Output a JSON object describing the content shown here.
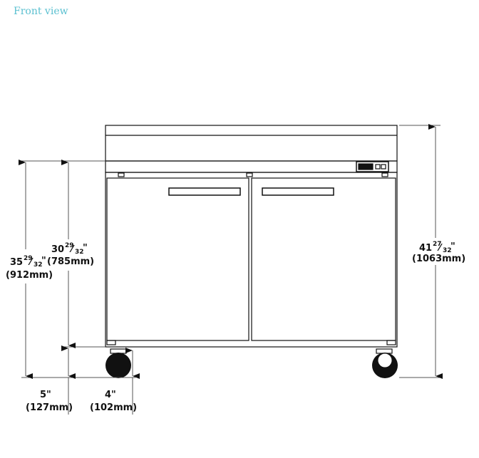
{
  "title": "Front view",
  "dimensions": {
    "overall_height": {
      "whole": "41",
      "num": "27",
      "den": "32",
      "metric": "(1063mm)"
    },
    "height_to_top_rail": {
      "whole": "35",
      "num": "29",
      "den": "32",
      "metric": "(912mm)"
    },
    "cabinet_height": {
      "whole": "30",
      "num": "29",
      "den": "32",
      "metric": "(785mm)"
    },
    "leg_height": {
      "imperial": "5\"",
      "metric": "(127mm)"
    },
    "caster_height": {
      "imperial": "4\"",
      "metric": "(102mm)"
    }
  },
  "colors": {
    "title": "#5bc0d0",
    "line": "#111111"
  }
}
